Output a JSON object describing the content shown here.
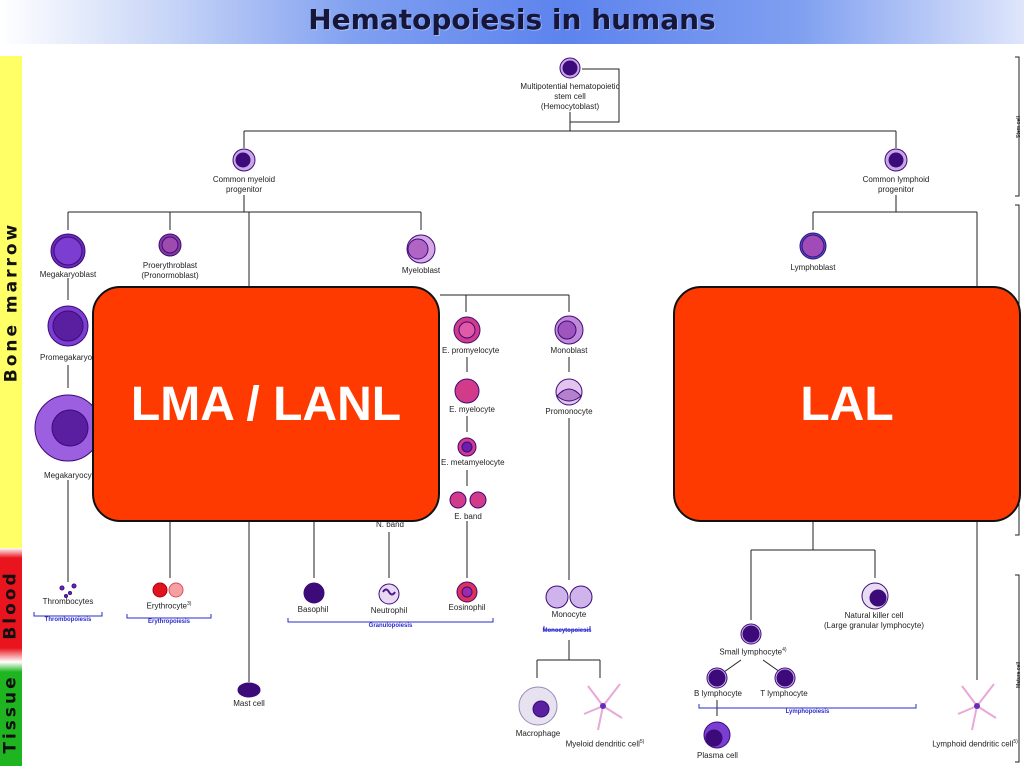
{
  "title": "Hematopoiesis in humans",
  "regions": {
    "bone_marrow": "Bone marrow",
    "blood": "Blood",
    "tissue": "Tissue"
  },
  "right_labels": {
    "stem_cell": "Stem cell",
    "mature_cell": "Mature cell"
  },
  "cells": {
    "stem_cell": [
      "Multipotential hematopoietic",
      "stem cell",
      "(Hemocytoblast)"
    ],
    "common_myeloid": [
      "Common myeloid",
      "progenitor"
    ],
    "common_lymphoid": [
      "Common lymphoid",
      "progenitor"
    ],
    "megakaryoblast": "Megakaryoblast",
    "proerythroblast": [
      "Proerythroblast",
      "(Pronormoblast)"
    ],
    "myeloblast": "Myeloblast",
    "lymphoblast": "Lymphoblast",
    "promegakaryocyte": "Promegakaryocy",
    "megakaryocyte": "Megakaryocyte",
    "e_promyelocyte": "E. promyelocyte",
    "e_myelocyte": "E. myelocyte",
    "e_metamyelocyte": "E. metamyelocyte",
    "e_band": "E. band",
    "n_band": "N. band",
    "monoblast": "Monoblast",
    "promonocyte": "Promonocyte",
    "thrombocytes": "Thrombocytes",
    "erythrocyte": "Erythrocyte",
    "basophil": "Basophil",
    "neutrophil": "Neutrophil",
    "eosinophil": "Eosinophil",
    "monocyte": "Monocyte",
    "nk_cell": [
      "Natural killer cell",
      "(Large granular lymphocyte)"
    ],
    "small_lymphocyte": "Small lymphocyte",
    "b_lymphocyte": "B lymphocyte",
    "t_lymphocyte": "T lymphocyte",
    "plasma_cell": "Plasma cell",
    "mast_cell": "Mast cell",
    "macrophage": "Macrophage",
    "myeloid_dendritic": "Myeloid dendritic cell",
    "lymphoid_dendritic": "Lymphoid dendritic cell"
  },
  "groups": {
    "thrombopoiesis": "Thrombopoiesis",
    "erythropoiesis": "Erythropoiesis",
    "granulopoiesis": "Granulopoiesis",
    "monocytopoiesis": "Monocytopoiesis",
    "lymphopoiesis": "Lymphopoiesis"
  },
  "overlays": {
    "left": "LMA / LANL",
    "right": "LAL"
  },
  "colors": {
    "overlay": "#ff3a00",
    "cell_dark": "#3d0a7a",
    "cell_light": "#c9a6e8",
    "erythrocyte": "#e0141e",
    "group_line": "#2b2bcc"
  }
}
